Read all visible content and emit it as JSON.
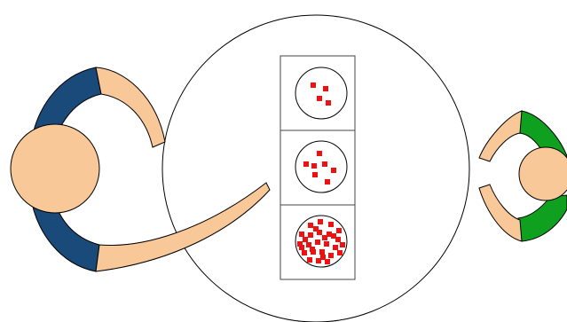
{
  "colors": {
    "background": "#ffffff",
    "outline": "#000000",
    "skin": "#f8c898",
    "shirt_left": "#1a4a7a",
    "shirt_right": "#10a020",
    "dot": "#ee1111",
    "box_fill": "#ffffff",
    "box_stroke": "#444444"
  },
  "people": [
    {
      "name": "person-left",
      "shirt_color": "#1a4a7a"
    },
    {
      "name": "person-right",
      "shirt_color": "#10a020"
    }
  ],
  "plates": [
    {
      "name": "plate-top",
      "dot_count": 4
    },
    {
      "name": "plate-middle",
      "dot_count": 7
    },
    {
      "name": "plate-bottom",
      "dot_count": 30
    }
  ]
}
